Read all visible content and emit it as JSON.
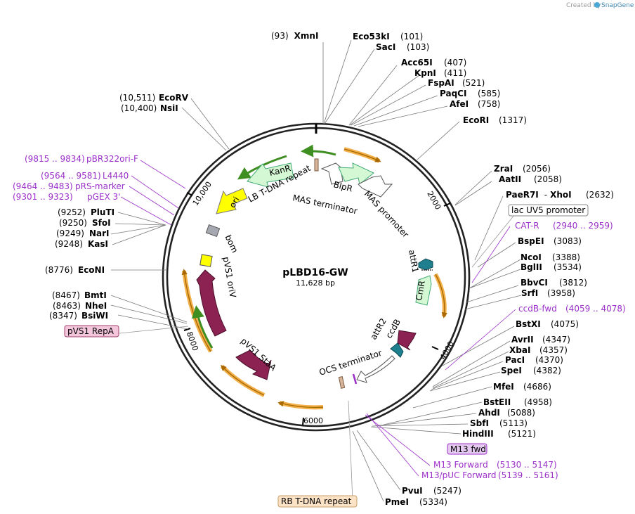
{
  "credit": {
    "prefix": "Created by",
    "brand": "SnapGene"
  },
  "plasmid": {
    "name": "pLBD16-GW",
    "size": "11,628 bp"
  },
  "ticks": [
    "2000",
    "4000",
    "6000",
    "8000",
    "10,000"
  ],
  "enzymes": [
    {
      "name": "XmnI",
      "pos": "(93)"
    },
    {
      "name": "Eco53kI",
      "pos": "(101)"
    },
    {
      "name": "SacI",
      "pos": "(103)"
    },
    {
      "name": "Acc65I",
      "pos": "(407)"
    },
    {
      "name": "KpnI",
      "pos": "(411)"
    },
    {
      "name": "FspAI",
      "pos": "(521)"
    },
    {
      "name": "PaqCI",
      "pos": "(585)"
    },
    {
      "name": "AfeI",
      "pos": "(758)"
    },
    {
      "name": "EcoRI",
      "pos": "(1317)"
    },
    {
      "name": "ZraI",
      "pos": "(2056)"
    },
    {
      "name": "AatII",
      "pos": "(2058)"
    },
    {
      "name": "PaeR7I",
      "sep": "-",
      "name2": "XhoI",
      "pos": "(2632)"
    },
    {
      "name": "BspEI",
      "pos": "(3083)"
    },
    {
      "name": "NcoI",
      "pos": "(3388)"
    },
    {
      "name": "BglII",
      "pos": "(3534)"
    },
    {
      "name": "BbvCI",
      "pos": "(3812)"
    },
    {
      "name": "SrfI",
      "pos": "(3958)"
    },
    {
      "name": "BstXI",
      "pos": "(4075)"
    },
    {
      "name": "AvrII",
      "pos": "(4347)"
    },
    {
      "name": "XbaI",
      "pos": "(4357)"
    },
    {
      "name": "PacI",
      "pos": "(4370)"
    },
    {
      "name": "SpeI",
      "pos": "(4382)"
    },
    {
      "name": "MfeI",
      "pos": "(4686)"
    },
    {
      "name": "BstEII",
      "pos": "(4958)"
    },
    {
      "name": "AhdI",
      "pos": "(5088)"
    },
    {
      "name": "SbfI",
      "pos": "(5113)"
    },
    {
      "name": "HindIII",
      "pos": "(5121)"
    },
    {
      "name": "PvuI",
      "pos": "(5247)"
    },
    {
      "name": "PmeI",
      "pos": "(5334)"
    },
    {
      "name": "BsiWI",
      "pos": "(8347)"
    },
    {
      "name": "NheI",
      "pos": "(8463)"
    },
    {
      "name": "BmtI",
      "pos": "(8467)"
    },
    {
      "name": "EcoNI",
      "pos": "(8776)"
    },
    {
      "name": "KasI",
      "pos": "(9248)"
    },
    {
      "name": "NarI",
      "pos": "(9249)"
    },
    {
      "name": "SfoI",
      "pos": "(9250)"
    },
    {
      "name": "PluTI",
      "pos": "(9252)"
    },
    {
      "name": "NsiI",
      "pos": "(10,400)"
    },
    {
      "name": "EcoRV",
      "pos": "(10,511)"
    }
  ],
  "primers": [
    {
      "name": "CAT-R",
      "range": "(2940 .. 2959)"
    },
    {
      "name": "ccdB-fwd",
      "range": "(4059 .. 4078)"
    },
    {
      "name": "M13 Forward",
      "range": "(5130 .. 5147)"
    },
    {
      "name": "M13/pUC Forward",
      "range": "(5139 .. 5161)"
    },
    {
      "name": "pBR322ori-F",
      "range": "(9815 .. 9834)"
    },
    {
      "name": "L4440",
      "range": "(9564 .. 9581)"
    },
    {
      "name": "pRS-marker",
      "range": "(9464 .. 9483)"
    },
    {
      "name": "pGEX 3'",
      "range": "(9301 .. 9323)"
    }
  ],
  "boxed_labels": [
    "lac UV5 promoter",
    "M13 fwd",
    "pVS1 RepA",
    "RB T-DNA repeat"
  ],
  "features": [
    "KanR",
    "ori",
    "bom",
    "pVS1 oriV",
    "pVS1 StaA",
    "LB T-DNA repeat",
    "BlpR",
    "MAS terminator",
    "MAS promoter",
    "attR1",
    "CmR",
    "ccdB",
    "attR2",
    "OCS terminator"
  ],
  "colors": {
    "kanr": "#d4f7d4",
    "ori": "#ffff00",
    "pvs1": "#8b2252",
    "attr": "#1e7f8e",
    "orange": "#f3b04a",
    "green": "#3e8e21",
    "bom": "#a5a8b0",
    "primer": "#9b2fc9",
    "rb_box": "#fde3c6",
    "m13_box": "#e6c9f0",
    "repa_box": "#f3c6dc"
  }
}
